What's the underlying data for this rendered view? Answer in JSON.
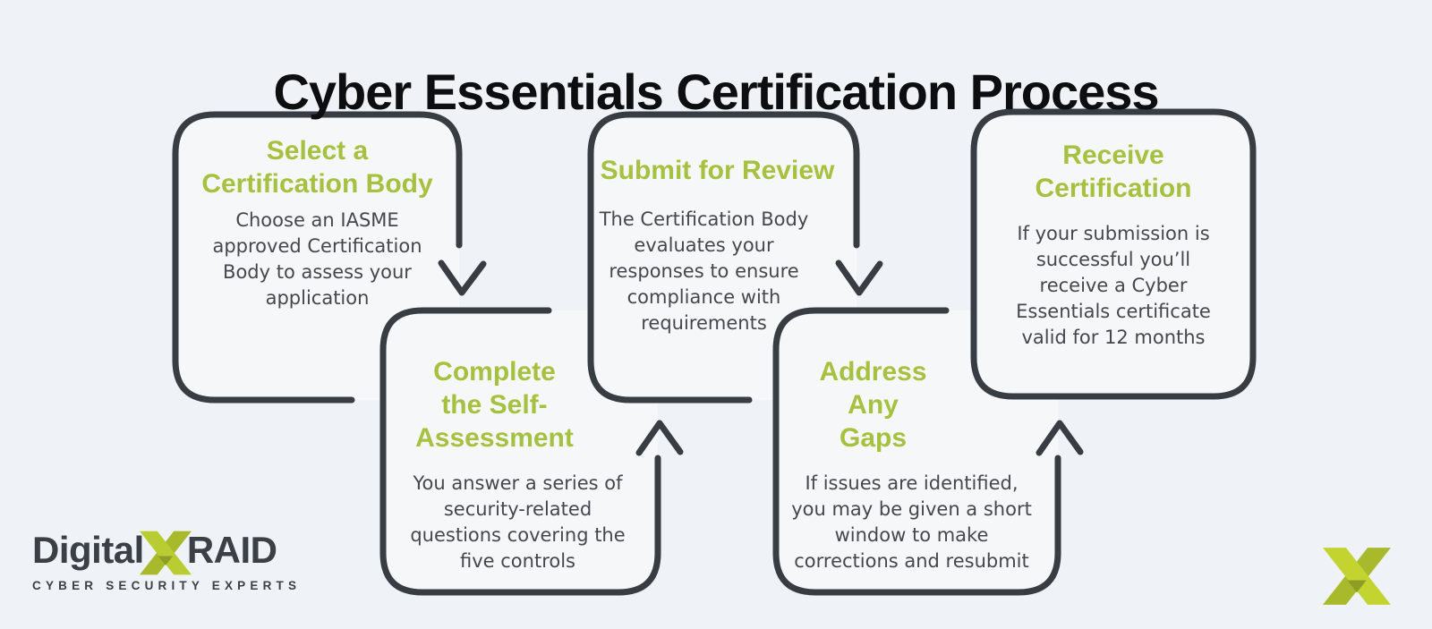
{
  "title": "Cyber Essentials Certification Process",
  "steps": [
    {
      "heading": [
        "Select a",
        "Certification Body"
      ],
      "body": [
        "Choose an IASME",
        "approved Certification",
        "Body to assess your",
        "application"
      ]
    },
    {
      "heading": [
        "Complete",
        "the Self-",
        "Assessment"
      ],
      "body": [
        "You answer a series of",
        "security-related",
        "questions covering the",
        "five controls"
      ]
    },
    {
      "heading": [
        "Submit for Review"
      ],
      "body": [
        "The Certification Body",
        "evaluates your",
        "responses to ensure",
        "compliance with",
        "requirements"
      ]
    },
    {
      "heading": [
        "Address",
        "Any",
        "Gaps"
      ],
      "body": [
        "If issues are identified,",
        "you may be given a short",
        "window to make",
        "corrections and resubmit"
      ]
    },
    {
      "heading": [
        "Receive",
        "Certification"
      ],
      "body": [
        "If your submission is",
        "successful you’ll",
        "receive a Cyber",
        "Essentials certificate",
        "valid for 12 months"
      ]
    }
  ],
  "footer": {
    "logo_text_left": "Digital",
    "logo_text_right": "RAID",
    "logo_tagline": "CYBER SECURITY EXPERTS"
  },
  "icons": {
    "connector_down": "arrow-down-icon",
    "connector_up": "arrow-up-icon",
    "logo_glyph": "x-mark-icon"
  },
  "colors": {
    "background": "#eff2f6",
    "card_fill": "#f5f7f9",
    "outline": "#383d44",
    "heading_green": "#a6c040",
    "body_text": "#44484e",
    "title_text": "#0d0e10",
    "logo_text": "#3b4046",
    "logo_green_bright": "#c3d430",
    "logo_green_dark": "#a8ba2b"
  }
}
